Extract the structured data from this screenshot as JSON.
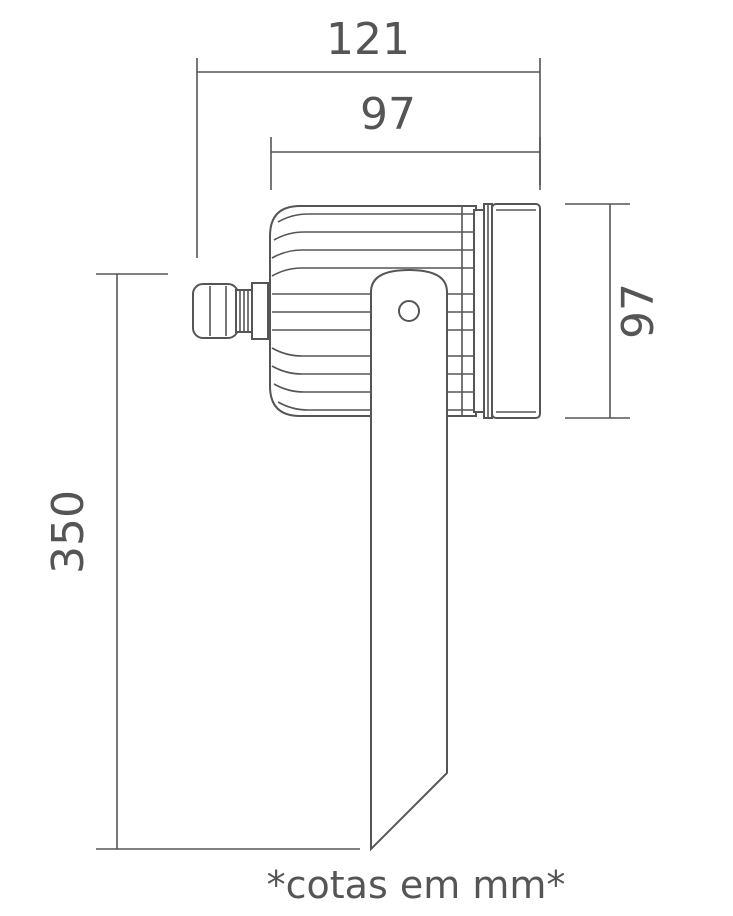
{
  "dimensions": {
    "overall_width": "121",
    "body_width": "97",
    "head_height": "97",
    "total_height": "350"
  },
  "note": "*cotas em mm*",
  "colors": {
    "line": "#555555",
    "background": "#ffffff"
  }
}
